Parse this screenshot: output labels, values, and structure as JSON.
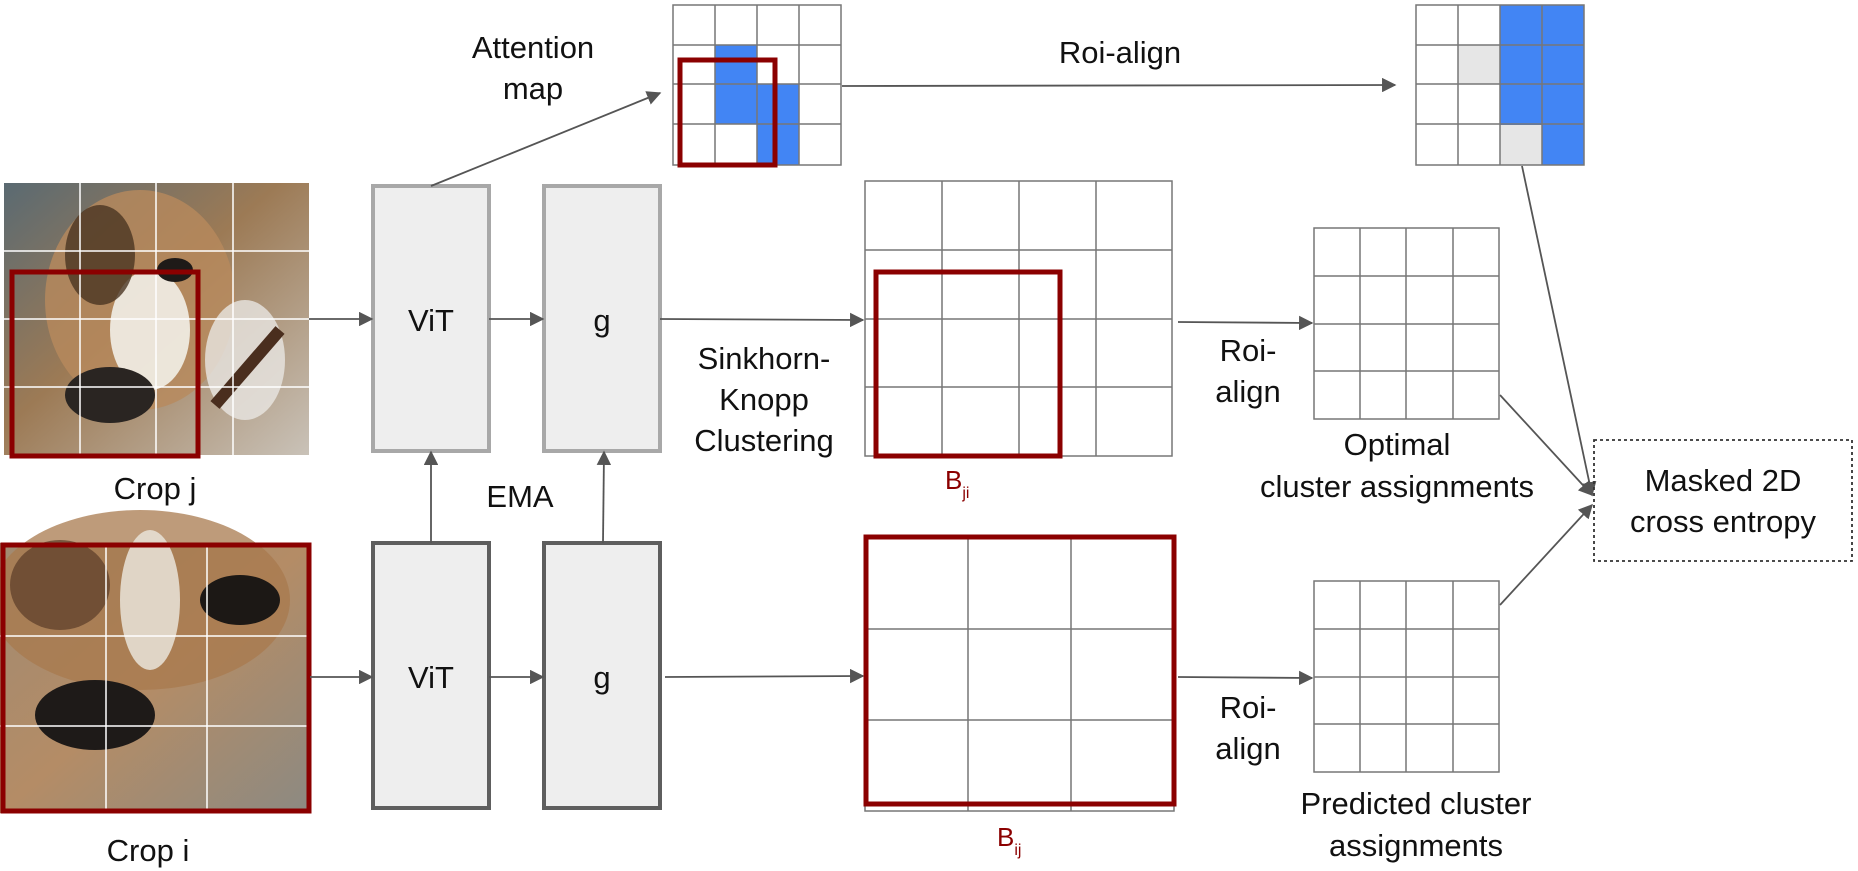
{
  "labels": {
    "attention_map_line1": "Attention",
    "attention_map_line2": "map",
    "roi_align_top": "Roi-align",
    "vit_top": "ViT",
    "g_top": "g",
    "vit_bottom": "ViT",
    "g_bottom": "g",
    "sinkhorn_line1": "Sinkhorn-",
    "sinkhorn_line2": "Knopp",
    "sinkhorn_line3": "Clustering",
    "ema": "EMA",
    "crop_j": "Crop j",
    "crop_i": "Crop i",
    "b_ji_main": "B",
    "b_ji_sub": "ji",
    "b_ij_main": "B",
    "b_ij_sub": "ij",
    "roi_mid_line1": "Roi-",
    "roi_mid_line2": "align",
    "roi_bot_line1": "Roi-",
    "roi_bot_line2": "align",
    "optimal_line1": "Optimal",
    "optimal_line2": "cluster assignments",
    "predicted_line1": "Predicted cluster",
    "predicted_line2": "assignments",
    "loss_line1": "Masked 2D",
    "loss_line2": "cross entropy"
  },
  "colors": {
    "accent_red": "#8b0000",
    "attention_blue": "#4285f4",
    "box_fill": "#eeeeee",
    "grid_line": "#777777"
  }
}
